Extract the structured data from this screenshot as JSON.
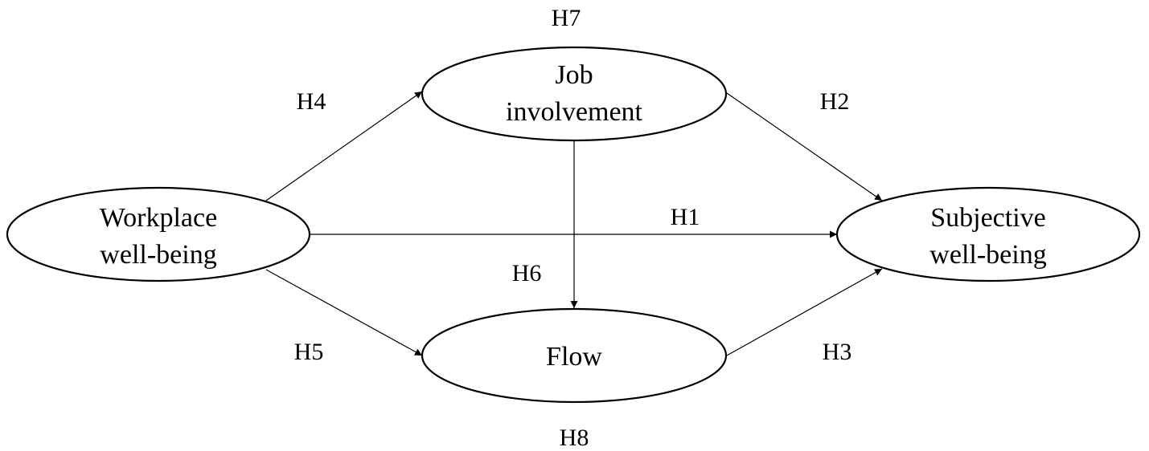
{
  "diagram": {
    "nodes": {
      "workplace": {
        "line1": "Workplace",
        "line2": "well-being"
      },
      "job": {
        "line1": "Job",
        "line2": "involvement"
      },
      "flow": {
        "line1": "Flow"
      },
      "subjective": {
        "line1": "Subjective",
        "line2": "well-being"
      }
    },
    "edges": [
      {
        "from": "workplace",
        "to": "subjective",
        "label": "H1"
      },
      {
        "from": "job",
        "to": "subjective",
        "label": "H2"
      },
      {
        "from": "flow",
        "to": "subjective",
        "label": "H3"
      },
      {
        "from": "workplace",
        "to": "job",
        "label": "H4"
      },
      {
        "from": "workplace",
        "to": "flow",
        "label": "H5"
      },
      {
        "from": "job",
        "to": "flow",
        "label": "H6"
      }
    ],
    "extra_labels": {
      "h7": "H7",
      "h8": "H8"
    },
    "colors": {
      "stroke": "#000000",
      "background": "#ffffff",
      "text": "#000000"
    }
  }
}
